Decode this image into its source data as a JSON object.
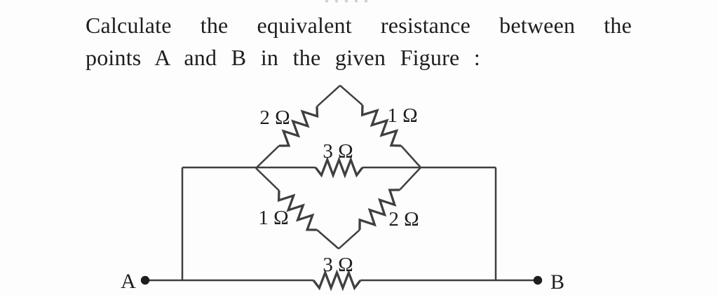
{
  "question": {
    "line1": "Calculate the equivalent resistance between the",
    "line2": "points A and B in the given Figure :"
  },
  "figure": {
    "terminals": {
      "a": "A",
      "b": "B"
    },
    "resistors": [
      {
        "id": "top-left",
        "label": "2 Ω"
      },
      {
        "id": "top-right",
        "label": "1 Ω"
      },
      {
        "id": "middle",
        "label": "3 Ω"
      },
      {
        "id": "bottom-left",
        "label": "1 Ω"
      },
      {
        "id": "bottom-right",
        "label": "2 Ω"
      },
      {
        "id": "bottom",
        "label": "3 Ω"
      }
    ]
  },
  "theme": {
    "background": "#fdfdfd",
    "ink": "#1e1e1e",
    "wire": "#3f3f3f",
    "artifact_dot": "#bdbdbd"
  }
}
